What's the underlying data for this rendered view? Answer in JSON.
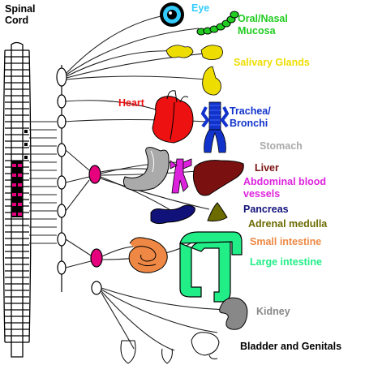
{
  "labels": {
    "spinal_cord": [
      "Spinal",
      "Cord"
    ],
    "eye": "Eye",
    "oral_nasal": [
      "Oral/Nasal",
      "Mucosa"
    ],
    "salivary": "Salivary Glands",
    "heart": "Heart",
    "trachea": [
      "Trachea/",
      "Bronchi"
    ],
    "stomach": "Stomach",
    "liver": "Liver",
    "abdominal": [
      "Abdominal blood",
      "vessels"
    ],
    "pancreas": "Pancreas",
    "adrenal": "Adrenal medulla",
    "small_intestine": "Small intestine",
    "large_intestine": "Large intestine",
    "kidney": "Kidney",
    "bladder": "Bladder and Genitals"
  },
  "colors": {
    "eye": "#33ccff",
    "oral_nasal": "#22cc22",
    "salivary": "#eedd00",
    "heart": "#ee1111",
    "trachea": "#1133cc",
    "stomach": "#aaaaaa",
    "liver": "#7a1010",
    "abdominal": "#dd22dd",
    "pancreas": "#11117a",
    "adrenal": "#6b6b00",
    "small_intestine": "#ee8844",
    "large_intestine": "#22ee88",
    "kidney": "#888888",
    "bladder": "#000000",
    "ganglion_accent": "#e6007e"
  }
}
